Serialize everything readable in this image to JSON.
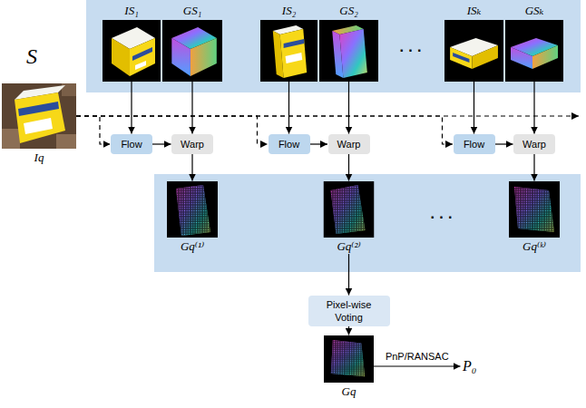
{
  "diagram": {
    "nodes": [
      {
        "text": [
          "S",
          "· · ·"
        ]
      },
      {
        "text": [
          "IS₁"
        ],
        "in": 0
      },
      {
        "text": [
          "GS₁"
        ],
        "in": 0
      },
      {
        "text": [
          "IS₂"
        ],
        "in": 0
      },
      {
        "text": [
          "GS₂"
        ],
        "in": 0
      },
      {
        "text": [
          "ISₖ"
        ],
        "in": 0
      },
      {
        "text": [
          "GSₖ"
        ],
        "in": 0
      },
      {
        "text": [
          "Iq"
        ]
      },
      {
        "text": [
          "Flow"
        ]
      },
      {
        "text": [
          "Warp"
        ]
      },
      {
        "text": [
          "Flow"
        ]
      },
      {
        "text": [
          "Warp"
        ]
      },
      {
        "text": [
          "Flow"
        ]
      },
      {
        "text": [
          "Warp"
        ]
      },
      {
        "text": [
          "· · ·"
        ]
      },
      {
        "text": [
          "Gq⁽¹⁾"
        ],
        "in": 14
      },
      {
        "text": [
          "Gq⁽²⁾"
        ],
        "in": 14
      },
      {
        "text": [
          "Gq⁽ᵏ⁾"
        ],
        "in": 14
      },
      {
        "text": [
          "Pixel-wise Voting"
        ]
      },
      {
        "text": [
          "Gq"
        ]
      },
      {
        "text": [
          "P₀"
        ]
      }
    ],
    "edges": [
      {
        "from": 1,
        "to": 8,
        "arrow": "to"
      },
      {
        "from": 2,
        "to": 9,
        "arrow": "to"
      },
      {
        "from": 8,
        "to": 9,
        "arrow": "to"
      },
      {
        "from": 9,
        "to": 15,
        "arrow": "to"
      },
      {
        "from": 3,
        "to": 10,
        "arrow": "to"
      },
      {
        "from": 4,
        "to": 11,
        "arrow": "to"
      },
      {
        "from": 10,
        "to": 11,
        "arrow": "to"
      },
      {
        "from": 11,
        "to": 16,
        "arrow": "to"
      },
      {
        "from": 5,
        "to": 12,
        "arrow": "to"
      },
      {
        "from": 6,
        "to": 13,
        "arrow": "to"
      },
      {
        "from": 12,
        "to": 13,
        "arrow": "to"
      },
      {
        "from": 13,
        "to": 17,
        "arrow": "to"
      },
      {
        "from": 7,
        "to": 8,
        "arrow": "to"
      },
      {
        "from": 7,
        "to": 10,
        "arrow": "to"
      },
      {
        "from": 7,
        "to": 12,
        "arrow": "to"
      },
      {
        "from": 16,
        "to": 18,
        "arrow": "to"
      },
      {
        "from": 18,
        "to": 19,
        "arrow": "to"
      },
      {
        "from": 19,
        "to": 20,
        "label": "PnP/RANSAC",
        "arrow": "to"
      }
    ]
  }
}
